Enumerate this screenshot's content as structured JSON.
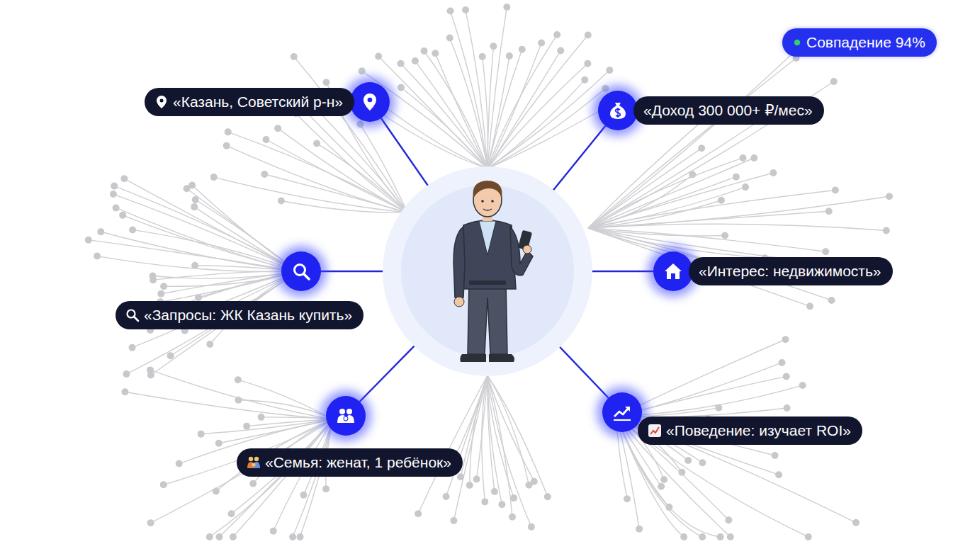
{
  "diagram": {
    "nodes": [
      {
        "text": [
          "Совпадение 94%"
        ]
      },
      {
        "text": [
          "«Казань, Советский р-н»"
        ]
      },
      {
        "text": [
          "«Доход 300 000+ ₽/мес»"
        ]
      },
      {
        "text": [
          "«Интерес: недвижимость»"
        ]
      },
      {
        "text": [
          "«Запросы: ЖК Казань купить»"
        ]
      },
      {
        "text": [
          "«Поведение: изучает ROI»"
        ]
      },
      {
        "text": [
          "«Семья: женат, 1 ребёнок»"
        ]
      }
    ]
  }
}
